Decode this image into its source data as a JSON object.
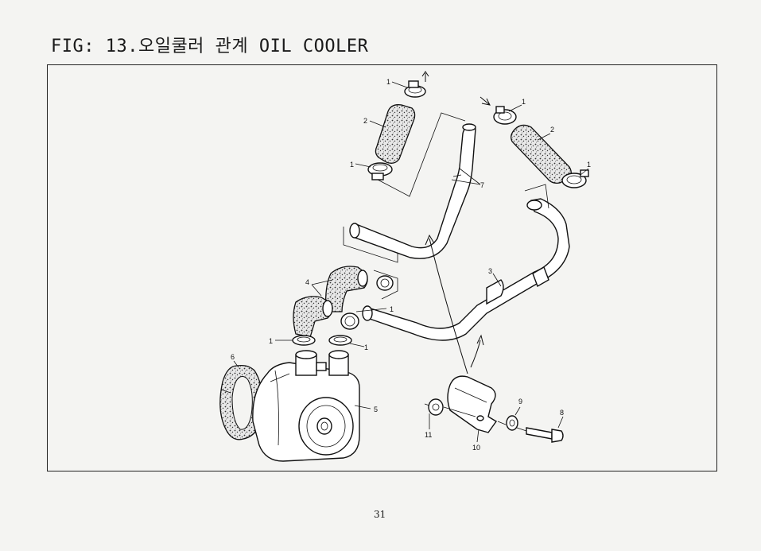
{
  "header": {
    "title": "FIG: 13.오일쿨러 관계 OIL COOLER"
  },
  "footer": {
    "page_number": "31"
  },
  "callouts": {
    "c1a": "1",
    "c2a": "2",
    "c1b": "1",
    "c1c": "1",
    "c2b": "2",
    "c1d": "1",
    "c7": "7",
    "c3": "3",
    "c4": "4",
    "c1e": "1",
    "c1f": "1",
    "c1g": "1",
    "c6": "6",
    "c5": "5",
    "c9": "9",
    "c8": "8",
    "c11": "11",
    "c10": "10"
  }
}
